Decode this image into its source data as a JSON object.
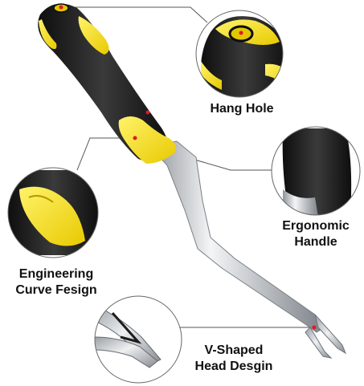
{
  "callouts": {
    "hang_hole": {
      "line1": "Hang Hole",
      "line2": ""
    },
    "ergonomic_handle": {
      "line1": "Ergonomic",
      "line2": "Handle"
    },
    "curve_design": {
      "line1": "Engineering",
      "line2": "Curve Fesign"
    },
    "v_head": {
      "line1": "V-Shaped",
      "line2": "Head Desgin"
    }
  },
  "colors": {
    "handle_black": "#1b1b1b",
    "grip_yellow": "#f5e21a",
    "steel": "#c9ccd0",
    "marker_red": "#e0192a"
  }
}
